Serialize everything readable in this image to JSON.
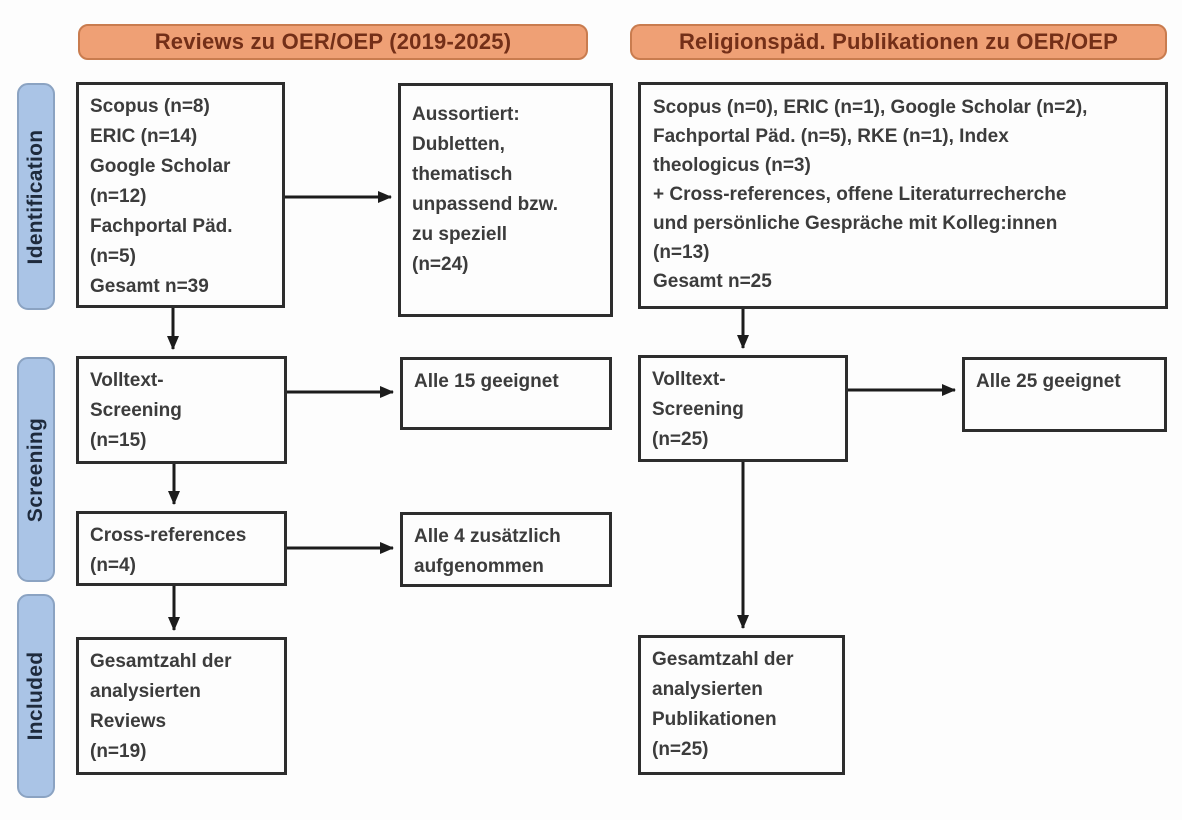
{
  "diagram": {
    "title": "PRISMA-style literature flow diagram",
    "columns": [
      {
        "header": "Reviews zu OER/OEP (2019-2025)"
      },
      {
        "header": "Religionspäd. Publikationen zu OER/OEP"
      }
    ],
    "stages": [
      "Identification",
      "Screening",
      "Included"
    ],
    "boxes": {
      "left_sources": "Scopus (n=8)\nERIC (n=14)\nGoogle Scholar\n(n=12)\nFachportal Päd.\n(n=5)\nGesamt n=39",
      "left_excluded": "Aussortiert:\nDubletten,\nthematisch\nunpassend bzw.\nzu speziell\n(n=24)",
      "left_fulltext": "Volltext-\nScreening\n(n=15)",
      "left_fulltext_result": "Alle 15 geeignet",
      "left_crossref": "Cross-references\n(n=4)",
      "left_crossref_result": "Alle 4 zusätzlich\naufgenommen",
      "left_included_total": "Gesamtzahl der\nanalysierten\nReviews\n(n=19)",
      "right_sources": "Scopus (n=0), ERIC (n=1), Google Scholar (n=2),\nFachportal Päd. (n=5), RKE (n=1), Index\ntheologicus (n=3)\n+ Cross-references, offene Literaturrecherche\nund persönliche Gespräche mit Kolleg:innen\n(n=13)\nGesamt n=25",
      "right_fulltext": "Volltext-\nScreening\n(n=25)",
      "right_fulltext_result": "Alle 25 geeignet",
      "right_included_total": "Gesamtzahl der\nanalysierten\nPublikationen\n(n=25)"
    },
    "colors": {
      "background": "#fdfdfd",
      "header_fill": "#efa075",
      "header_border": "#c97c4f",
      "header_text": "#732f18",
      "stage_fill": "#aac4e6",
      "stage_border": "#8ba3c2",
      "stage_text": "#1e2a3c",
      "box_border": "#2d2d2d",
      "box_text": "#3c3c3c",
      "arrow": "#1c1c1c"
    }
  }
}
